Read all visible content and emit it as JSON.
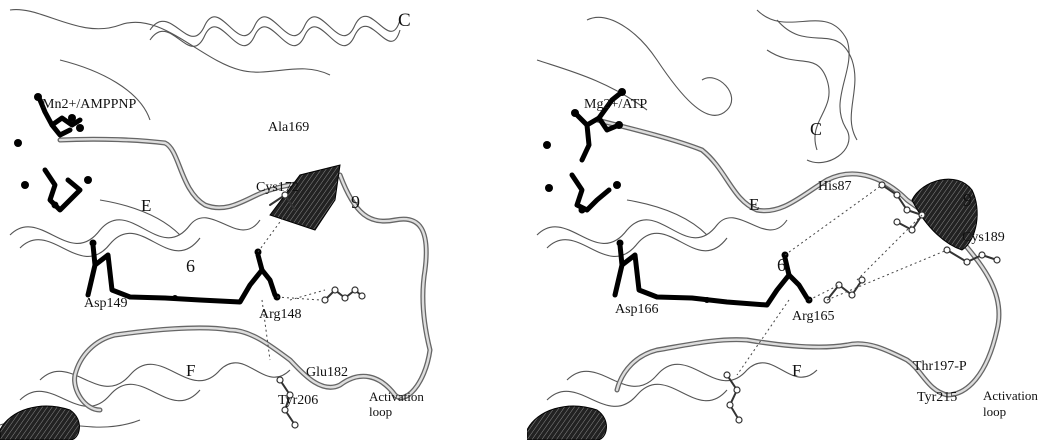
{
  "left_panel": {
    "labels": {
      "helix_c": "C",
      "ligand": "Mn2+/AMPPNP",
      "ala": "Ala169",
      "helix_e": "E",
      "cys": "Cys172",
      "pos9": "9",
      "pos6": "6",
      "asp": "Asp149",
      "arg": "Arg148",
      "helix_f": "F",
      "glu": "Glu182",
      "tyr": "Tyr206",
      "activation_line1": "Activation",
      "activation_line2": "loop"
    }
  },
  "right_panel": {
    "labels": {
      "ligand": "Mg2+/ATP",
      "helix_c": "C",
      "his": "His87",
      "helix_e": "E",
      "cys": "Cys189",
      "pos9": "9",
      "pos6": "6",
      "asp": "Asp166",
      "arg": "Arg165",
      "helix_f": "F",
      "thr": "Thr197-P",
      "tyr": "Tyr215",
      "activation_line1": "Activation",
      "activation_line2": "loop"
    }
  }
}
